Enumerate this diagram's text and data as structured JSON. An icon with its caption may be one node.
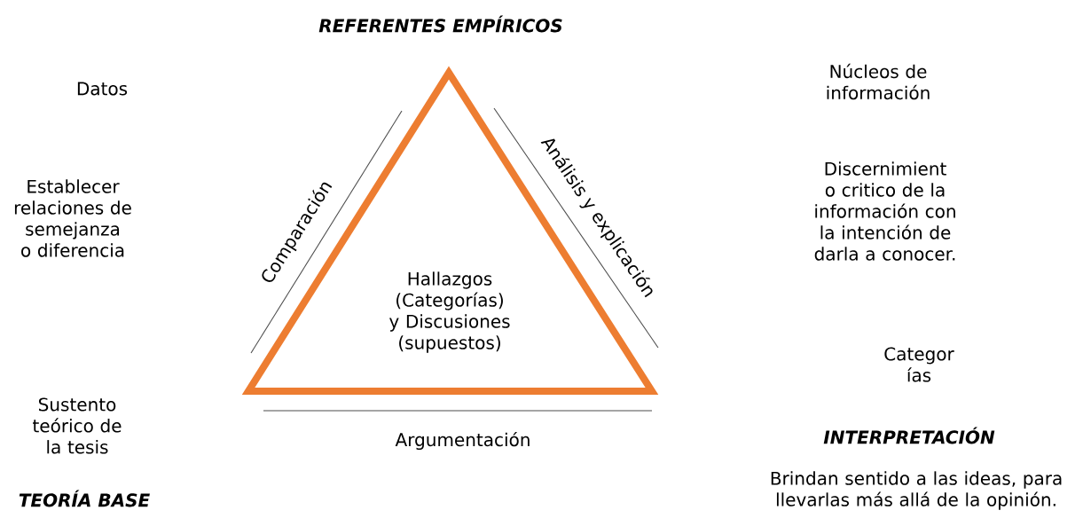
{
  "diagram": {
    "nodes": [
      {
        "text": [
          "Hallazgos (Categorías) y Discusiones (supuestos)"
        ]
      }
    ],
    "labels": [
      "REFERENTES EMPÍRICOS",
      "Datos",
      "Núcleos de información",
      "Establecer relaciones de semejanza o diferencia",
      "Comparación",
      "Análisis y explicación",
      "Discernimient o critico de la información con la intención de darla a conocer.",
      "Categor ías",
      "Sustento teórico de la tesis",
      "Argumentación",
      "INTERPRETACIÓN",
      "Brindan sentido a las ideas, para llevarlas más allá de la opinión.",
      "TEORÍA BASE"
    ]
  }
}
